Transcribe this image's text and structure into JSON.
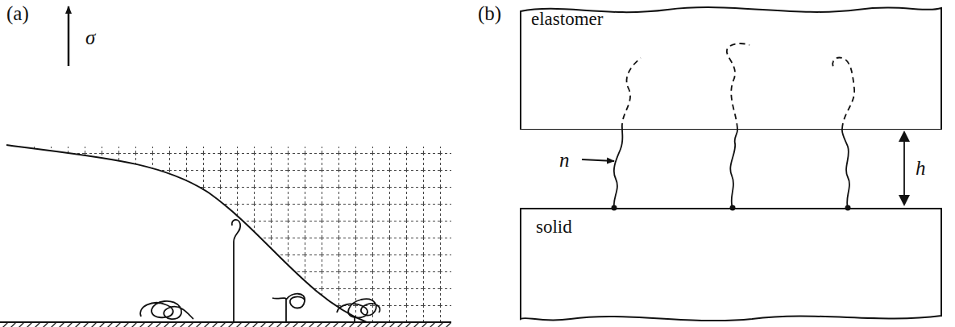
{
  "diagram": {
    "nodes": [
      {
        "text": [
          "elastomer"
        ]
      },
      {
        "text": [
          "solid"
        ]
      }
    ],
    "labels": [
      "(a)",
      "σ",
      "(b)",
      "n",
      "h"
    ]
  }
}
